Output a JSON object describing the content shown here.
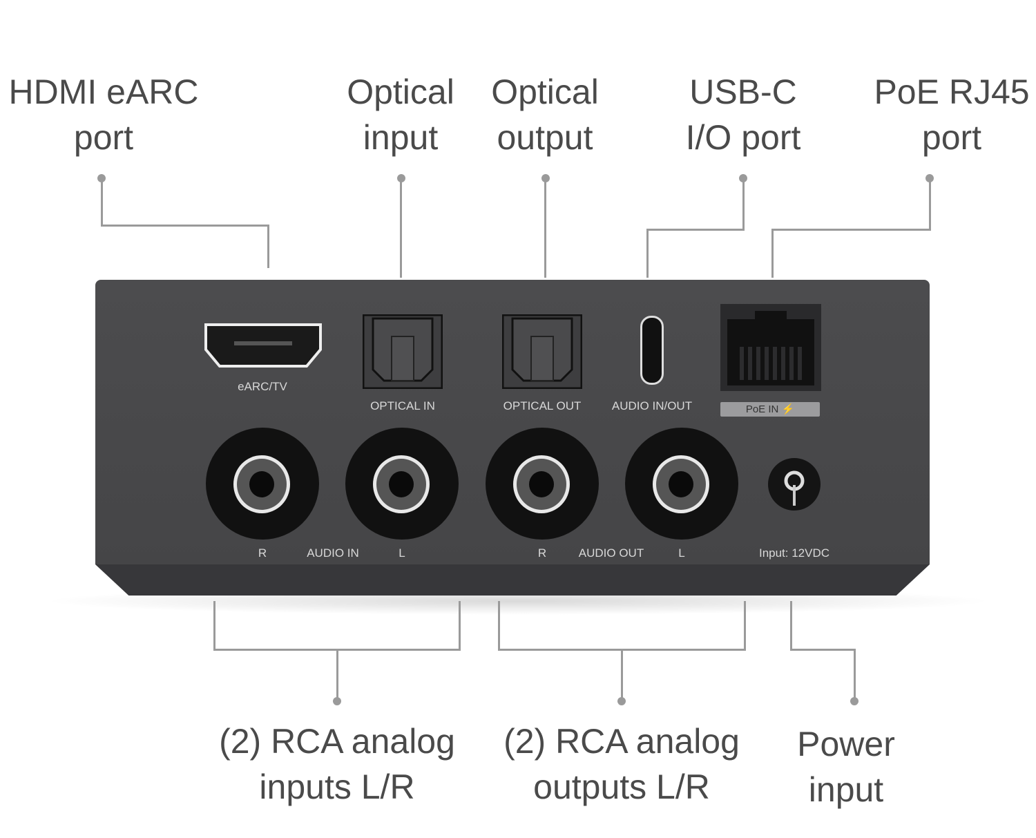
{
  "callouts_top": [
    {
      "id": "hdmi",
      "lines": [
        "HDMI eARC",
        "port"
      ]
    },
    {
      "id": "optical-in",
      "lines": [
        "Optical",
        "input"
      ]
    },
    {
      "id": "optical-out",
      "lines": [
        "Optical",
        "output"
      ]
    },
    {
      "id": "usbc",
      "lines": [
        "USB-C",
        "I/O port"
      ]
    },
    {
      "id": "poe",
      "lines": [
        "PoE RJ45",
        "port"
      ]
    }
  ],
  "callouts_bottom": [
    {
      "id": "rca-in",
      "lines": [
        "(2) RCA analog",
        "inputs L/R"
      ]
    },
    {
      "id": "rca-out",
      "lines": [
        "(2) RCA analog",
        "outputs L/R"
      ]
    },
    {
      "id": "power",
      "lines": [
        "Power",
        "input"
      ]
    }
  ],
  "device_labels": {
    "hdmi": "eARC/TV",
    "optical_in": "OPTICAL IN",
    "optical_out": "OPTICAL OUT",
    "usbc": "AUDIO IN/OUT",
    "poe": "PoE IN ⚡",
    "r1": "R",
    "audio_in": "AUDIO IN",
    "l1": "L",
    "r2": "R",
    "audio_out": "AUDIO OUT",
    "l2": "L",
    "power": "Input: 12VDC"
  }
}
